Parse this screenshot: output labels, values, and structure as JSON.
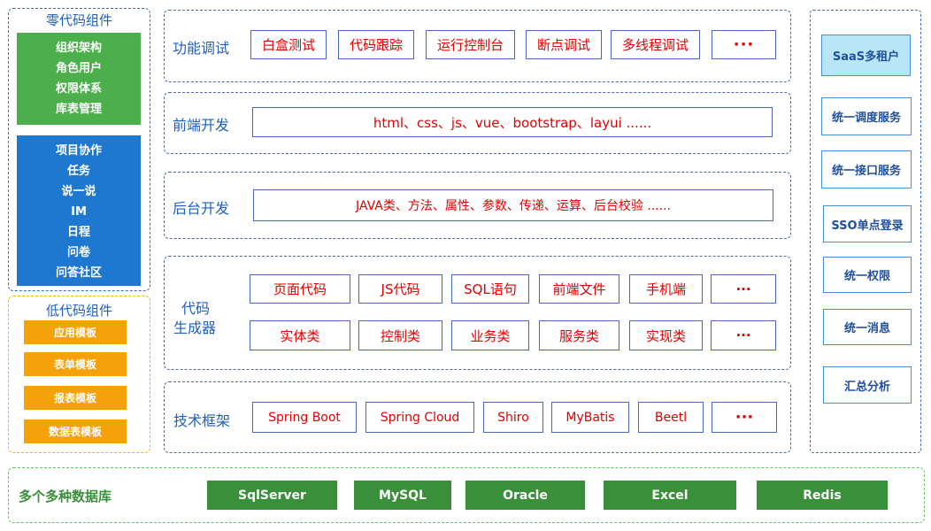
{
  "left_panel": {
    "zero_code_title": "零代码组件",
    "green_list": [
      "组织架构",
      "角色用户",
      "权限体系",
      "库表管理"
    ],
    "blue_list": [
      "项目协作",
      "任务",
      "说一说",
      "IM",
      "日程",
      "问卷",
      "问答社区"
    ],
    "low_code_title": "低代码组件",
    "orange_list": [
      "应用模板",
      "表单模板",
      "报表模板",
      "数据表模板"
    ]
  },
  "center": {
    "function_debug": {
      "label": "功能调试",
      "items": [
        "白盒测试",
        "代码跟踪",
        "运行控制台",
        "断点调试",
        "多线程调试",
        "···"
      ]
    },
    "frontend": {
      "label": "前端开发",
      "content": "html、css、js、vue、bootstrap、layui ......"
    },
    "backend": {
      "label": "后台开发",
      "content": "JAVA类、方法、属性、参数、传递、运算、后台校验 ......"
    },
    "codegen": {
      "label_line1": "代码",
      "label_line2": "生成器",
      "row1": [
        "页面代码",
        "JS代码",
        "SQL语句",
        "前端文件",
        "手机端",
        "···"
      ],
      "row2": [
        "实体类",
        "控制类",
        "业务类",
        "服务类",
        "实现类",
        "···"
      ]
    },
    "framework": {
      "label": "技术框架",
      "items": [
        "Spring Boot",
        "Spring Cloud",
        "Shiro",
        "MyBatis",
        "Beetl",
        "···"
      ]
    }
  },
  "right_panel": {
    "saas": "SaaS多租户",
    "items": [
      "统一调度服务",
      "统一接口服务",
      "SSO单点登录",
      "统一权限",
      "统一消息",
      "汇总分析"
    ]
  },
  "bottom": {
    "label": "多个多种数据库",
    "databases": [
      "SqlServer",
      "MySQL",
      "Oracle",
      "Excel",
      "Redis"
    ]
  },
  "colors": {
    "section_border": "#4a68b5",
    "label_blue": "#1f5fbf",
    "item_red": "#e00000",
    "green": "#4caf4c",
    "blue": "#1e78d0",
    "orange": "#f5a20a",
    "db_green": "#3a8f3a",
    "saas_bg": "#b8e6f7"
  }
}
